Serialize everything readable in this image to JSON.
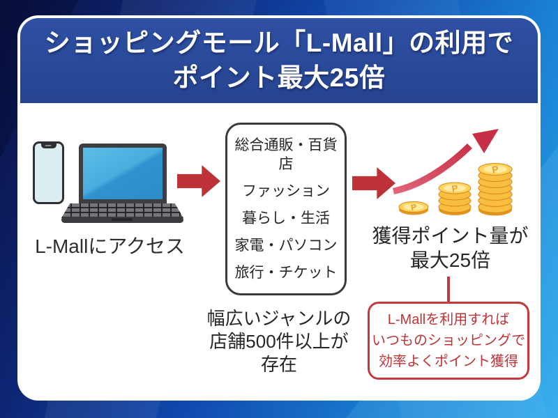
{
  "header": {
    "title_line1": "ショッピングモール「L-Mall」の利用で",
    "title_line2": "ポイント最大25倍"
  },
  "access": {
    "label": "L-Mallにアクセス"
  },
  "categories": {
    "items": [
      "総合通販・百貨店",
      "ファッション",
      "暮らし・生活",
      "家電・パソコン",
      "旅行・チケット"
    ],
    "note_lines": [
      "幅広いジャンルの",
      "店舗500件以上が",
      "存在"
    ]
  },
  "result": {
    "label_line1": "獲得ポイント量が",
    "label_line2": "最大25倍",
    "coin_letter": "P",
    "callout_lines": [
      "L-Mallを利用すれば",
      "いつものショッピングで",
      "効率よくポイント獲得"
    ]
  },
  "colors": {
    "header_bg": "#2a4a9a",
    "arrow_red": "#bc3236",
    "callout_red": "#c23a3c",
    "rising_arrow_red": "#c62f45",
    "coin_gold": "#f9bd3f",
    "coin_gold_dark": "#e0961f",
    "coin_face_light": "#ffe9a3",
    "bg_navy": "#0a1141",
    "bg_cyan": "#2aa7ea"
  }
}
